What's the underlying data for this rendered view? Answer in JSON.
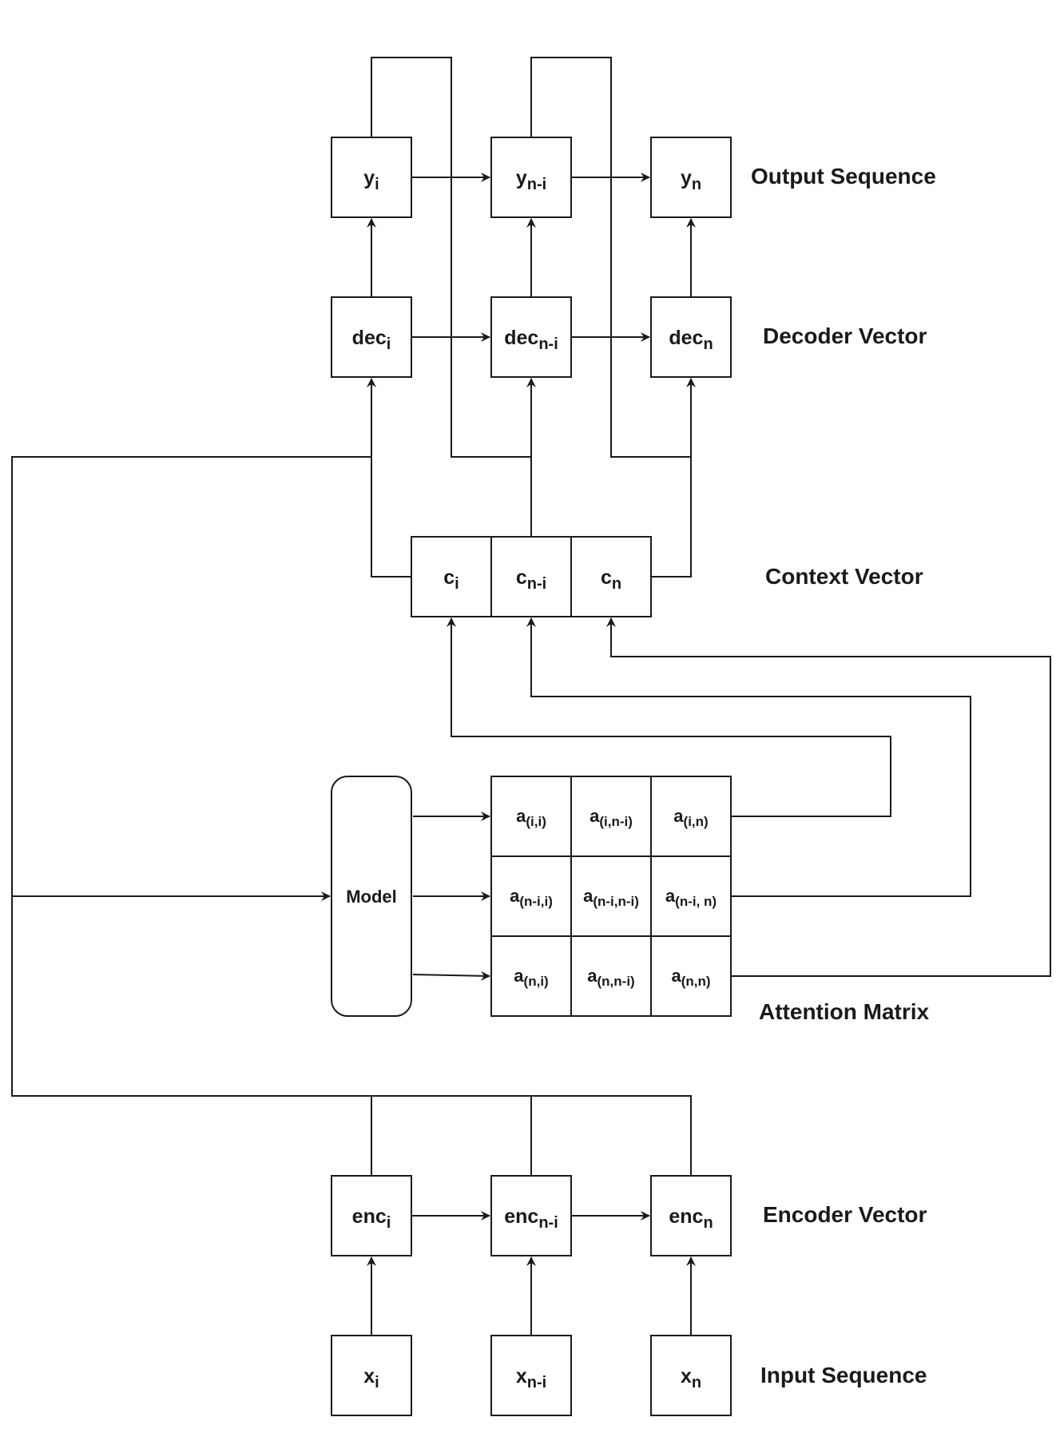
{
  "row_labels": {
    "output": "Output Sequence",
    "decoder": "Decoder Vector",
    "context": "Context Vector",
    "attention": "Attention Matrix",
    "encoder": "Encoder Vector",
    "input": "Input Sequence"
  },
  "output_nodes": [
    {
      "base": "y",
      "sub": "i"
    },
    {
      "base": "y",
      "sub": "n-i"
    },
    {
      "base": "y",
      "sub": "n"
    }
  ],
  "decoder_nodes": [
    {
      "base": "dec",
      "sub": "i"
    },
    {
      "base": "dec",
      "sub": "n-i"
    },
    {
      "base": "dec",
      "sub": "n"
    }
  ],
  "context_nodes": [
    {
      "base": "c",
      "sub": "i"
    },
    {
      "base": "c",
      "sub": "n-i"
    },
    {
      "base": "c",
      "sub": "n"
    }
  ],
  "model": {
    "label": "Model"
  },
  "attention_matrix": [
    [
      {
        "base": "a",
        "sub": "(i,i)"
      },
      {
        "base": "a",
        "sub": "(i,n-i)"
      },
      {
        "base": "a",
        "sub": "(i,n)"
      }
    ],
    [
      {
        "base": "a",
        "sub": "(n-i,i)"
      },
      {
        "base": "a",
        "sub": "(n-i,n-i)"
      },
      {
        "base": "a",
        "sub": "(n-i, n)"
      }
    ],
    [
      {
        "base": "a",
        "sub": "(n,i)"
      },
      {
        "base": "a",
        "sub": "(n,n-i)"
      },
      {
        "base": "a",
        "sub": "(n,n)"
      }
    ]
  ],
  "encoder_nodes": [
    {
      "base": "enc",
      "sub": "i"
    },
    {
      "base": "enc",
      "sub": "n-i"
    },
    {
      "base": "enc",
      "sub": "n"
    }
  ],
  "input_nodes": [
    {
      "base": "x",
      "sub": "i"
    },
    {
      "base": "x",
      "sub": "n-i"
    },
    {
      "base": "x",
      "sub": "n"
    }
  ]
}
